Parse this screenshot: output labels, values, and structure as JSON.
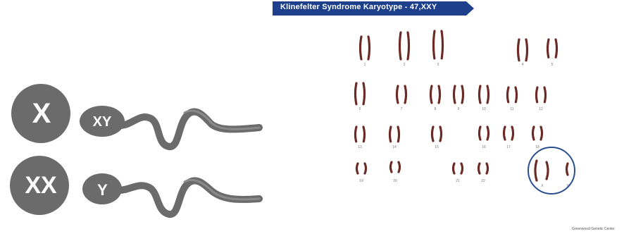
{
  "banner": {
    "title": "Klinefelter Syndrome Karyotype - 47,XXY",
    "color": "#1d3f8c"
  },
  "cells": {
    "egg_top": "X",
    "egg_bottom": "XX",
    "sperm_top": "XY",
    "sperm_bottom": "Y",
    "cell_color": "#6b6b6b"
  },
  "karyotype": {
    "chromosome_numbers": [
      "1",
      "2",
      "3",
      "4",
      "5",
      "6",
      "7",
      "8",
      "9",
      "10",
      "11",
      "12",
      "13",
      "14",
      "15",
      "16",
      "17",
      "18",
      "19",
      "20",
      "21",
      "22"
    ],
    "sex_chromosomes": [
      "X",
      "Y"
    ],
    "highlight_color": "#2a4f8f"
  },
  "credit": "Greenwood Genetic Center"
}
